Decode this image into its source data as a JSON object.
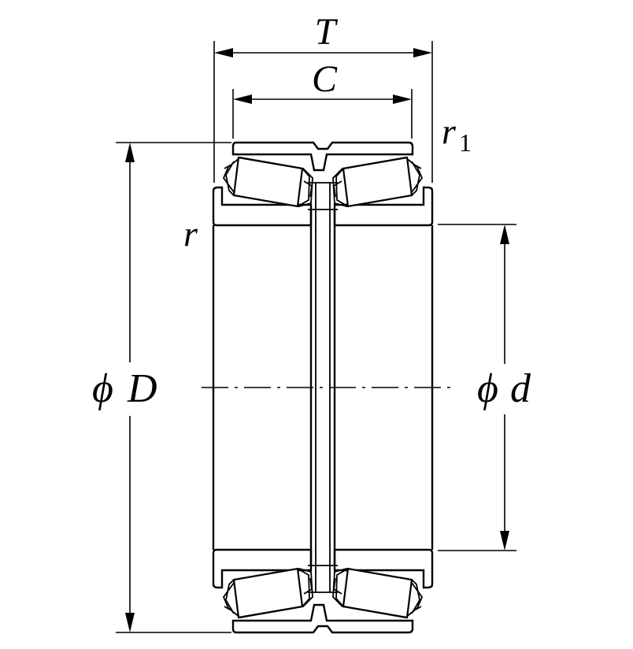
{
  "labels": {
    "T": "T",
    "C": "C",
    "r1_base": "r",
    "r1_sub": "1",
    "r": "r",
    "phiD_symbol": "ϕ",
    "phiD_letter": "D",
    "phid_symbol": "ϕ",
    "phid_letter": "d"
  }
}
